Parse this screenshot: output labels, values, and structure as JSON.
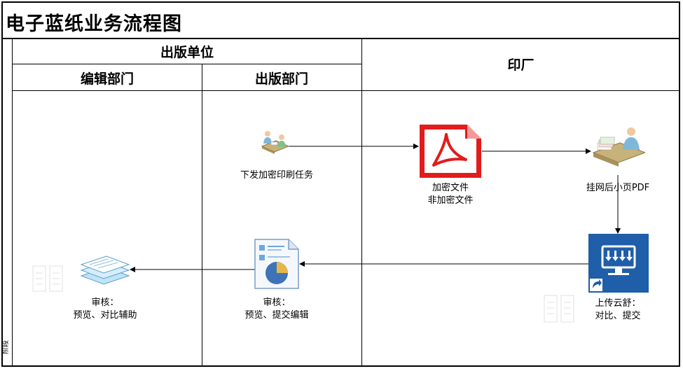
{
  "title": "电子蓝纸业务流程图",
  "phase_label": "阶段",
  "lanes": {
    "publisher_group": "出版单位",
    "editorial_dept": "编辑部门",
    "publishing_dept": "出版部门",
    "printing_plant": "印厂"
  },
  "nodes": {
    "issue_task": {
      "line1": "下发加密印刷任务"
    },
    "encrypted_file": {
      "line1": "加密文件",
      "line2": "非加密文件"
    },
    "hang_pdf": {
      "line1": "挂网后小页PDF"
    },
    "upload_cloud": {
      "line1": "上传云舒：",
      "line2": "对比、提交"
    },
    "publishing_review": {
      "line1": "审核：",
      "line2": "预览、提交编辑"
    },
    "editorial_review": {
      "line1": "审核：",
      "line2": "预览、对比辅助"
    }
  },
  "colors": {
    "pdf_red": "#e21b1b",
    "app_blue": "#1f5ea8",
    "doc_blue": "#6fa8dc"
  },
  "icons": {
    "issue_task": "people-at-desk-icon",
    "encrypted_file": "pdf-file-icon",
    "hang_pdf": "person-with-papers-icon",
    "upload_cloud": "upload-monitor-app-icon",
    "publishing_review": "report-document-icon",
    "editorial_review": "stacked-papers-icon"
  }
}
